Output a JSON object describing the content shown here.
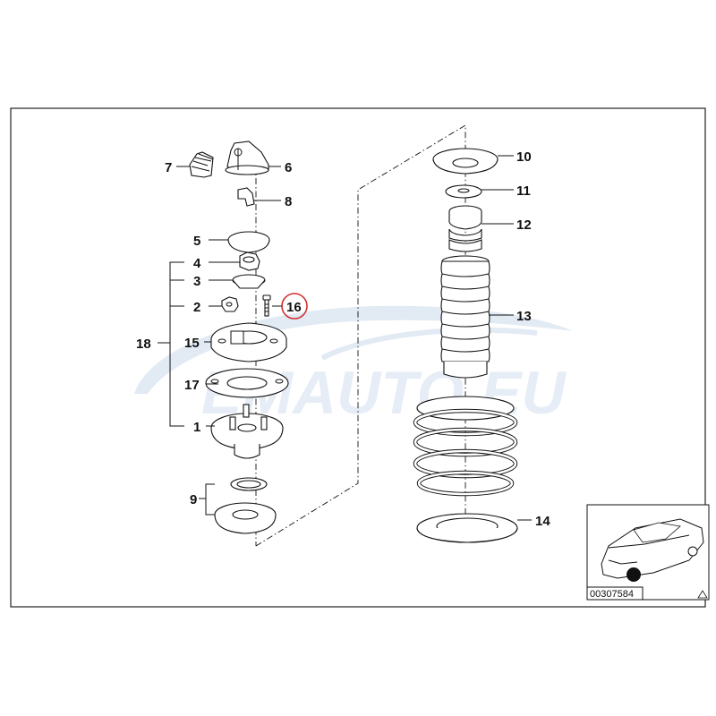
{
  "callouts": {
    "c1": "1",
    "c2": "2",
    "c3": "3",
    "c4": "4",
    "c5": "5",
    "c6": "6",
    "c7": "7",
    "c8": "8",
    "c9": "9",
    "c10": "10",
    "c11": "11",
    "c12": "12",
    "c13": "13",
    "c14": "14",
    "c15": "15",
    "c16": "16",
    "c17": "17",
    "c18": "18"
  },
  "highlighted_part": "16",
  "highlight_color": "#d32f2f",
  "watermark": {
    "text": "EMAUTO.EU",
    "color": "#c9d9ec"
  },
  "inset": {
    "diagram_number": "00307584",
    "icon": "car-position-icon"
  }
}
